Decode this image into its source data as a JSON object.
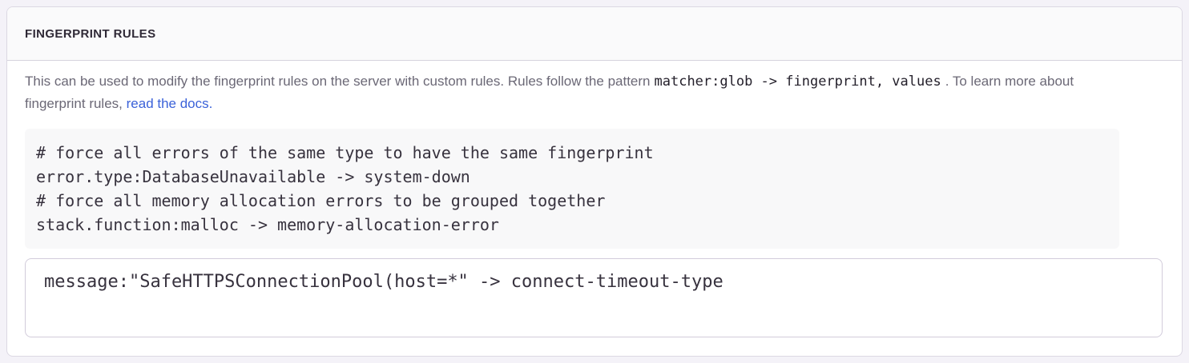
{
  "panel": {
    "title": "FINGERPRINT RULES",
    "description": {
      "text_before": "This can be used to modify the fingerprint rules on the server with custom rules. Rules follow the pattern",
      "pattern_code": "matcher:glob -> fingerprint, values",
      "text_middle": ". To learn more about fingerprint rules, ",
      "link_text": "read the docs."
    },
    "example_code": "# force all errors of the same type to have the same fingerprint\nerror.type:DatabaseUnavailable -> system-down\n# force all memory allocation errors to be grouped together\nstack.function:malloc -> memory-allocation-error",
    "rules_input": {
      "value": "message:\"SafeHTTPSConnectionPool(host=*\" -> connect-timeout-type"
    }
  },
  "colors": {
    "page_bg": "#f4f2f8",
    "card_bg": "#ffffff",
    "card_border": "#dcd8e3",
    "header_bg": "#fafafb",
    "header_border": "#d6d3dd",
    "header_text": "#2f2936",
    "description_text": "#6b6876",
    "inline_code_text": "#24202b",
    "link": "#3b62d9",
    "code_block_bg": "#f8f8f9",
    "code_text": "#37323e",
    "textarea_border": "#d2ccdb"
  }
}
